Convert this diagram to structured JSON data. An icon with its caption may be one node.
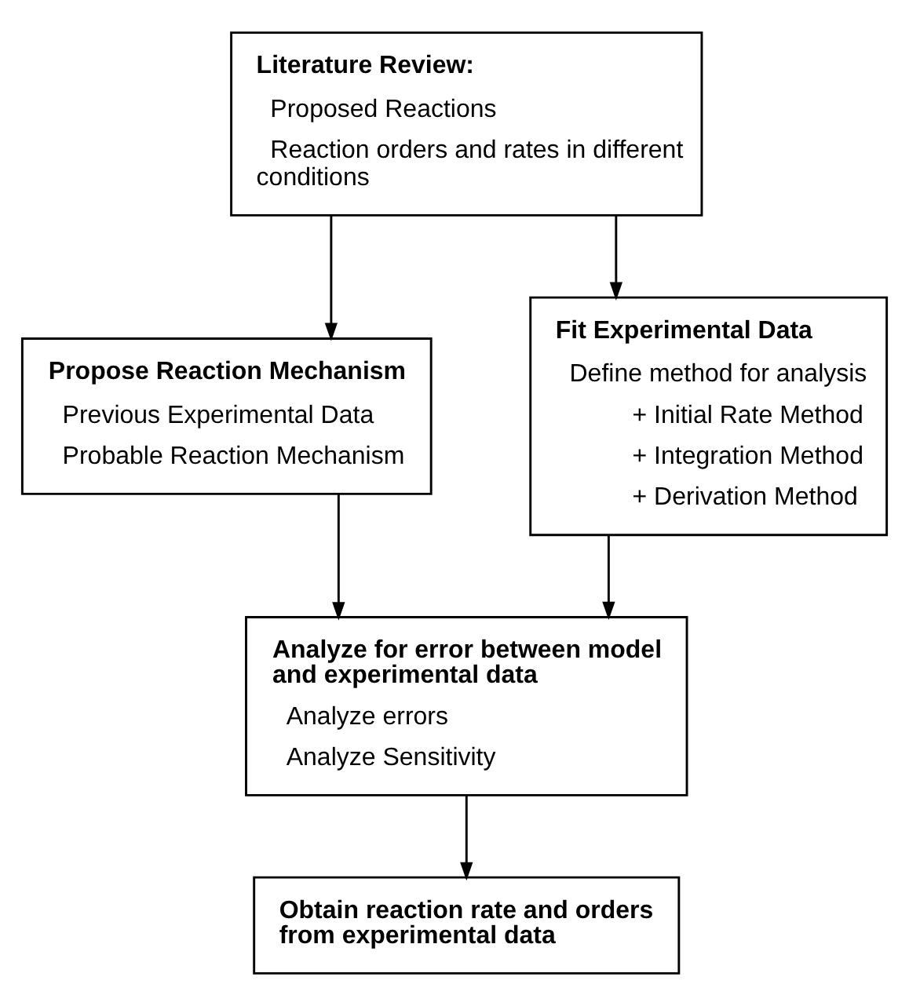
{
  "diagram": {
    "nodes": [
      {
        "text": [
          "Literature Review:",
          "Proposed Reactions",
          "Reaction orders and rates in different conditions"
        ]
      },
      {
        "text": [
          "Propose Reaction Mechanism",
          "Previous Experimental Data",
          "Probable Reaction Mechanism"
        ]
      },
      {
        "text": [
          "Fit Experimental Data",
          "Define method for analysis",
          "+ Initial Rate Method",
          "+ Integration Method",
          "+ Derivation Method"
        ]
      },
      {
        "text": [
          "Analyze for error between model and experimental data",
          "Analyze errors",
          "Analyze Sensitivity"
        ]
      },
      {
        "text": [
          "Obtain reaction rate and orders from experimental data"
        ]
      }
    ],
    "edges": [
      {
        "from": 0,
        "to": 1,
        "arrow": "to"
      },
      {
        "from": 0,
        "to": 2,
        "arrow": "to"
      },
      {
        "from": 1,
        "to": 3,
        "arrow": "to"
      },
      {
        "from": 2,
        "to": 3,
        "arrow": "to"
      },
      {
        "from": 3,
        "to": 4,
        "arrow": "to"
      }
    ]
  }
}
